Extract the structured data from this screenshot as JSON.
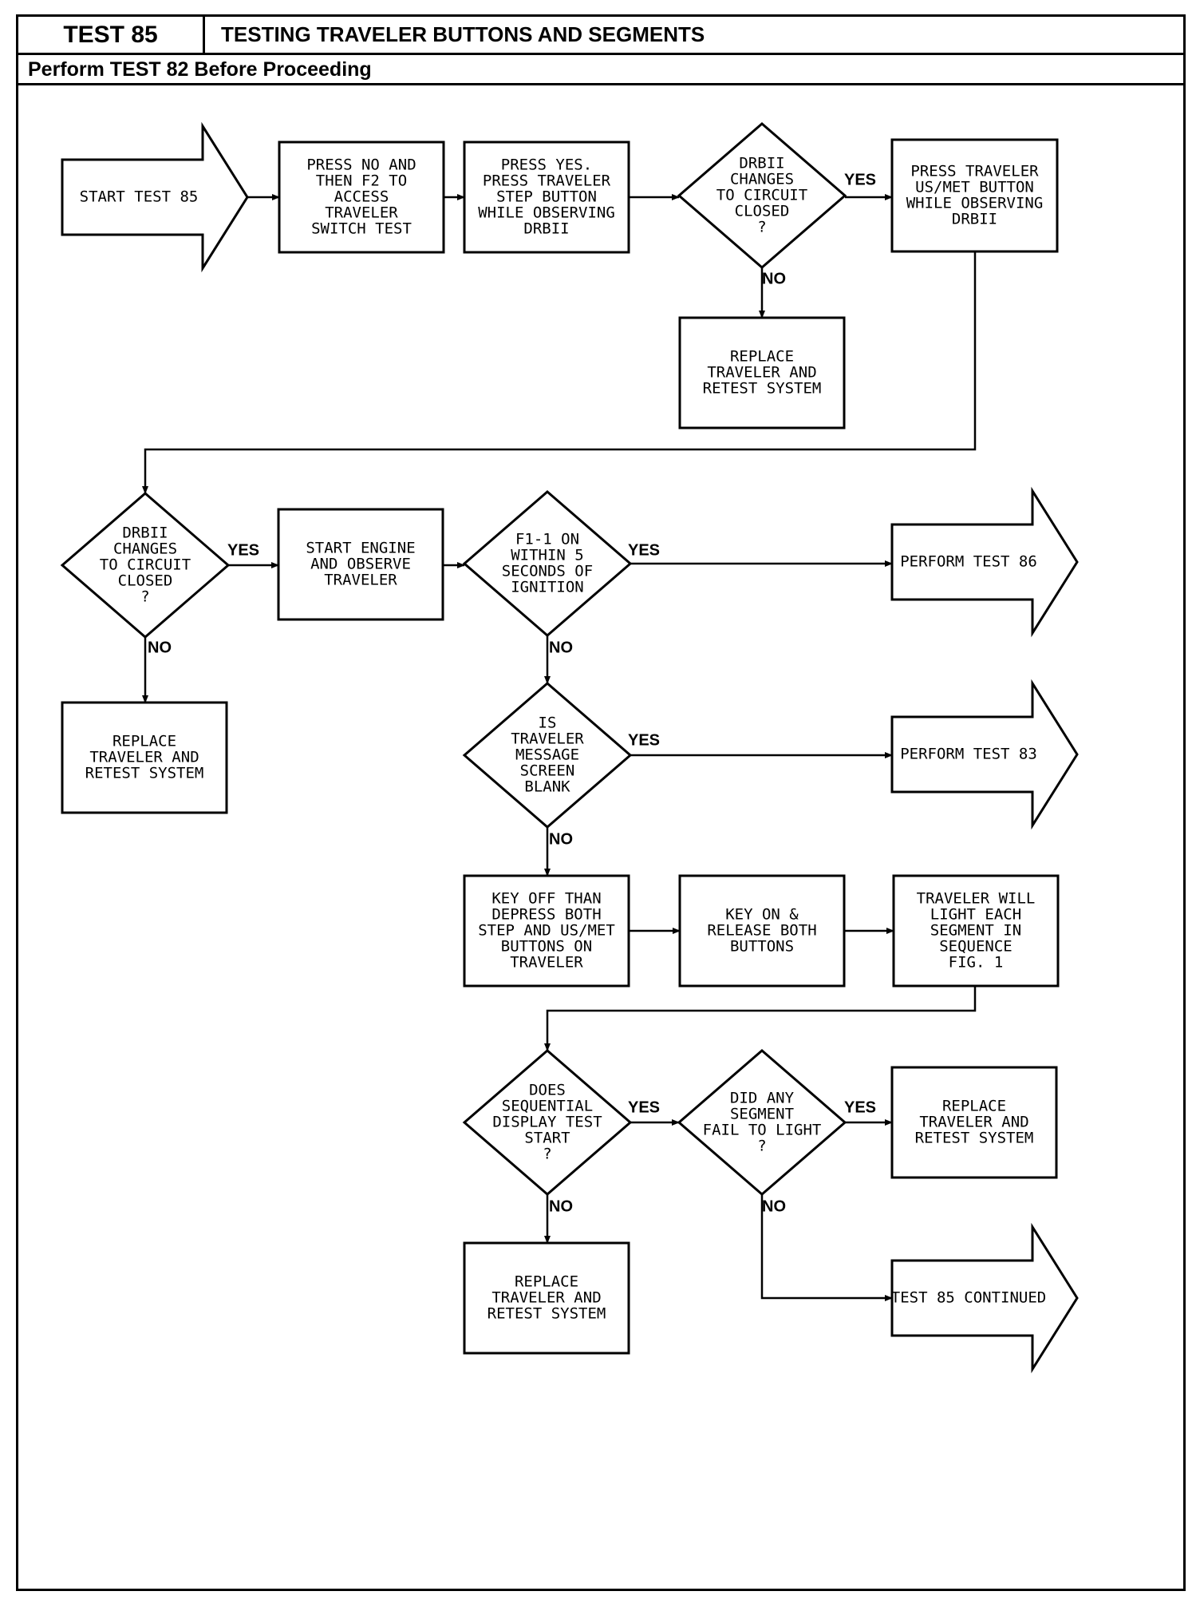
{
  "header": {
    "test_number": "TEST 85",
    "title": "TESTING TRAVELER BUTTONS AND SEGMENTS",
    "subtitle": "Perform TEST 82 Before Proceeding"
  },
  "nodes": {
    "start": [
      "START TEST 85"
    ],
    "press_no": [
      "PRESS NO AND",
      "THEN F2 TO",
      "ACCESS",
      "TRAVELER",
      "SWITCH TEST"
    ],
    "press_yes": [
      "PRESS YES.",
      "PRESS TRAVELER",
      "STEP BUTTON",
      "WHILE OBSERVING",
      "DRBII"
    ],
    "dec_closed_1": [
      "DRBII",
      "CHANGES",
      "TO CIRCUIT",
      "CLOSED",
      "?"
    ],
    "press_usmet": [
      "PRESS TRAVELER",
      "US/MET BUTTON",
      "WHILE OBSERVING",
      "DRBII"
    ],
    "replace_1": [
      "REPLACE",
      "TRAVELER AND",
      "RETEST SYSTEM"
    ],
    "dec_closed_2": [
      "DRBII",
      "CHANGES",
      "TO CIRCUIT",
      "CLOSED",
      "?"
    ],
    "start_engine": [
      "START ENGINE",
      "AND OBSERVE",
      "TRAVELER"
    ],
    "dec_f1": [
      "F1-1 ON",
      "WITHIN 5",
      "SECONDS OF",
      "IGNITION"
    ],
    "perform_86": [
      "PERFORM TEST 86"
    ],
    "replace_2": [
      "REPLACE",
      "TRAVELER AND",
      "RETEST SYSTEM"
    ],
    "dec_blank": [
      "IS",
      "TRAVELER",
      "MESSAGE",
      "SCREEN",
      "BLANK"
    ],
    "perform_83": [
      "PERFORM TEST 83"
    ],
    "key_off": [
      "KEY OFF THAN",
      "DEPRESS BOTH",
      "STEP AND US/MET",
      "BUTTONS ON",
      "TRAVELER"
    ],
    "key_on": [
      "KEY ON &",
      "RELEASE BOTH",
      "BUTTONS"
    ],
    "light_each": [
      "TRAVELER WILL",
      "LIGHT EACH",
      "SEGMENT IN",
      "SEQUENCE",
      "FIG. 1"
    ],
    "dec_seq": [
      "DOES",
      "SEQUENTIAL",
      "DISPLAY TEST",
      "START",
      "?"
    ],
    "dec_fail": [
      "DID ANY",
      "SEGMENT",
      "FAIL TO LIGHT",
      "?"
    ],
    "replace_3": [
      "REPLACE",
      "TRAVELER AND",
      "RETEST SYSTEM"
    ],
    "replace_4": [
      "REPLACE",
      "TRAVELER AND",
      "RETEST SYSTEM"
    ],
    "continued": [
      "TEST 85 CONTINUED"
    ]
  },
  "branch_labels": {
    "yes": "YES",
    "no": "NO"
  }
}
